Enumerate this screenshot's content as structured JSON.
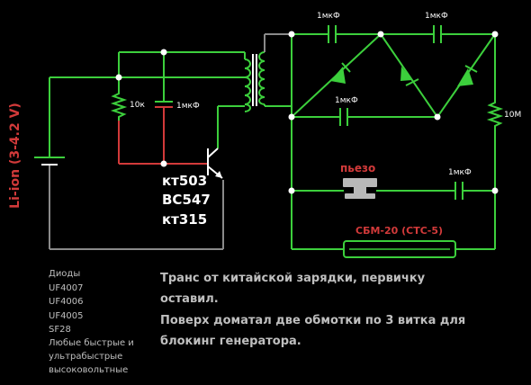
{
  "battery_label": "Li-ion (3-4.2 V)",
  "component_labels": {
    "r_base": "10к",
    "c_base": "1мкФ",
    "c_top_left": "1мкФ",
    "c_top_right": "1мкФ",
    "c_mid": "1мкФ",
    "r_right": "10M",
    "c_piezo": "1мкФ"
  },
  "piezo_label": "пьезо",
  "tube_label": "СБМ-20 (СТС-5)",
  "transistor_names": [
    "кт503",
    "BC547",
    "кт315"
  ],
  "diodes_heading": "Диоды",
  "diodes_list": [
    "UF4007",
    "UF4006",
    "UF4005",
    "SF28"
  ],
  "diodes_note_lines": [
    "Любые быстрые и",
    "ультрабыстрые",
    "высоковольтные"
  ],
  "note_lines": [
    "Транс от китайской зарядки, первичку",
    "оставил.",
    "Поверх доматал две обмотки по 3 витка для",
    "блокинг генератора."
  ],
  "colors": {
    "wire": "#3ccf3c",
    "base_wire": "#d23a3a",
    "return_wire": "#8a8a8a",
    "label_red": "#d23a3a",
    "text_white": "#ffffff",
    "text_gray": "#bfbfbf"
  }
}
